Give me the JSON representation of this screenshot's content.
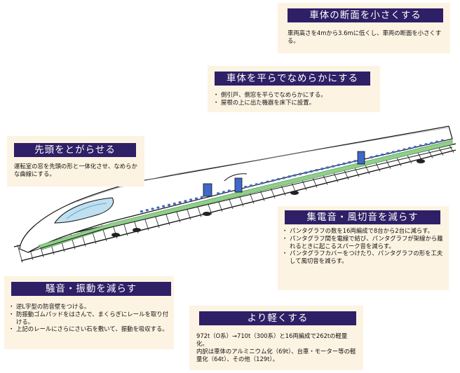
{
  "colors": {
    "header_bg": "#2e1f66",
    "callout_bg": "#fdf3e2",
    "stripe": "#8fcf8a",
    "window": "#3f68c8"
  },
  "callouts": {
    "cross_section": {
      "title": "車体の断面を小さくする",
      "text": "車両高さを4mから3.6mに低くし、車両の断面を小さくする。"
    },
    "flat_smooth": {
      "title": "車体を平らでなめらかにする",
      "bullets": [
        "側引戸、側窓を平らでなめらかにする。",
        "屋根の上に出た機器を床下に設置。"
      ]
    },
    "pointed_nose": {
      "title": "先頭をとがらせる",
      "text": "運転室の窓を先頭の形と一体化させ、なめらかな曲線にする。"
    },
    "pantograph_noise": {
      "title": "集電音・風切音を減らす",
      "bullets": [
        "パンタグラフの数を16両編成で8台から2台に減らす。",
        "パンタグラフ間を電線で結び、パンタグラフが架線から離れるときに起こるスパーク音を減らす。",
        "パンタグラフカバーをつけたり、パンタグラフの形を工夫して風切音を減らす。"
      ]
    },
    "noise_vibration": {
      "title": "騒音・振動を減らす",
      "bullets": [
        "逆L字型の防音壁をつける。",
        "防振動ゴムパッドをはさんで、まくらぎにレールを取り付ける。",
        "上記のレールにさらにさい石を敷いて、振動を吸収する。"
      ]
    },
    "lighter": {
      "title": "より軽くする",
      "lines": [
        "972t（O系）→710t（300系）と16両編成で262tの軽量化。",
        "内訳は車体のアルミニウム化（69t）、台車・モーター等の軽量化（64t）、その他（129t）。"
      ]
    }
  }
}
